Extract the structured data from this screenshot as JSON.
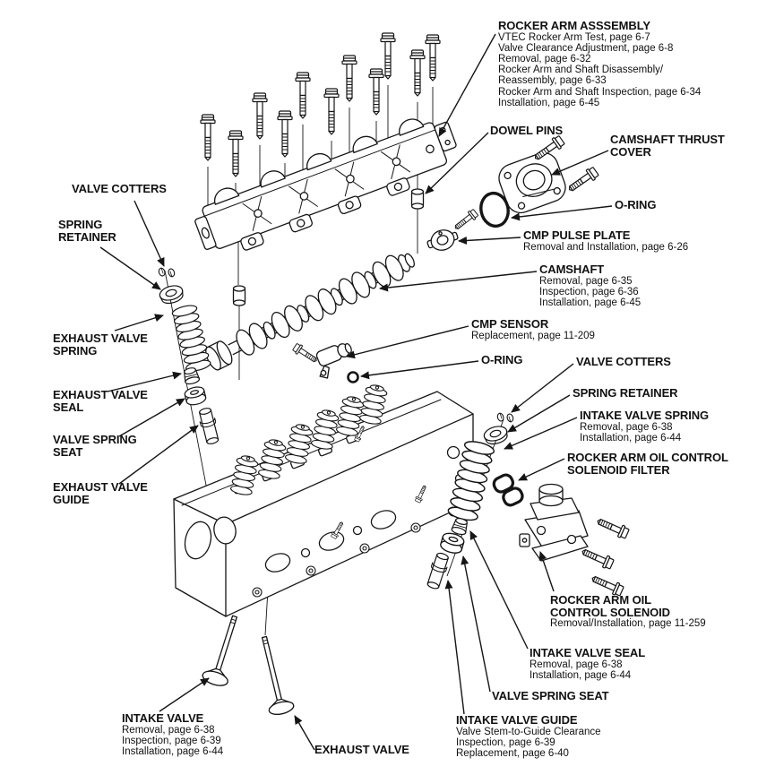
{
  "diagram": {
    "palette": {
      "ink": "#151515",
      "paper": "#ffffff"
    },
    "labels": {
      "rocker_arm_assembly": {
        "title": "ROCKER ARM ASSSEMBLY",
        "lines": [
          "VTEC Rocker Arm Test, page 6-7",
          "Valve Clearance Adjustment, page 6-8",
          "Removal, page 6-32",
          "Rocker Arm and Shaft Disassembly/",
          "Reassembly, page 6-33",
          "Rocker Arm and Shaft Inspection, page 6-34",
          "Installation, page 6-45"
        ]
      },
      "dowel_pins": {
        "title": "DOWEL PINS"
      },
      "camshaft_thrust_cover": {
        "title_lines": [
          "CAMSHAFT THRUST",
          "COVER"
        ]
      },
      "o_ring_top": {
        "title": "O-RING"
      },
      "cmp_pulse_plate": {
        "title": "CMP PULSE PLATE",
        "lines": [
          "Removal and Installation, page 6-26"
        ]
      },
      "camshaft": {
        "title": "CAMSHAFT",
        "lines": [
          "Removal, page 6-35",
          "Inspection, page 6-36",
          "Installation, page 6-45"
        ]
      },
      "cmp_sensor": {
        "title": "CMP SENSOR",
        "lines": [
          "Replacement, page 11-209"
        ]
      },
      "o_ring_mid": {
        "title": "O-RING"
      },
      "valve_cotters_right": {
        "title": "VALVE COTTERS"
      },
      "spring_retainer_right": {
        "title": "SPRING RETAINER"
      },
      "intake_valve_spring": {
        "title": "INTAKE VALVE SPRING",
        "lines": [
          "Removal, page 6-38",
          "Installation, page 6-44"
        ]
      },
      "solenoid_filter": {
        "title_lines": [
          "ROCKER ARM OIL CONTROL",
          "SOLENOID FILTER"
        ]
      },
      "solenoid": {
        "title_lines": [
          "ROCKER ARM OIL",
          "CONTROL SOLENOID"
        ],
        "lines": [
          "Removal/Installation, page 11-259"
        ]
      },
      "intake_valve_seal": {
        "title": "INTAKE VALVE SEAL",
        "lines": [
          "Removal, page 6-38",
          "Installation, page 6-44"
        ]
      },
      "valve_spring_seat_right": {
        "title": "VALVE SPRING SEAT"
      },
      "intake_valve_guide": {
        "title": "INTAKE VALVE GUIDE",
        "lines": [
          "Valve Stem-to-Guide Clearance",
          "Inspection, page 6-39",
          "Replacement, page 6-40"
        ]
      },
      "valve_cotters_left": {
        "title": "VALVE COTTERS"
      },
      "spring_retainer_left": {
        "title_lines": [
          "SPRING",
          "RETAINER"
        ]
      },
      "exhaust_valve_spring": {
        "title_lines": [
          "EXHAUST VALVE",
          "SPRING"
        ]
      },
      "exhaust_valve_seal": {
        "title_lines": [
          "EXHAUST VALVE",
          "SEAL"
        ]
      },
      "valve_spring_seat_left": {
        "title_lines": [
          "VALVE SPRING",
          "SEAT"
        ]
      },
      "exhaust_valve_guide": {
        "title_lines": [
          "EXHAUST VALVE",
          "GUIDE"
        ]
      },
      "intake_valve": {
        "title": "INTAKE VALVE",
        "lines": [
          "Removal, page 6-38",
          "Inspection, page 6-39",
          "Installation, page 6-44"
        ]
      },
      "exhaust_valve": {
        "title": "EXHAUST VALVE"
      }
    }
  }
}
